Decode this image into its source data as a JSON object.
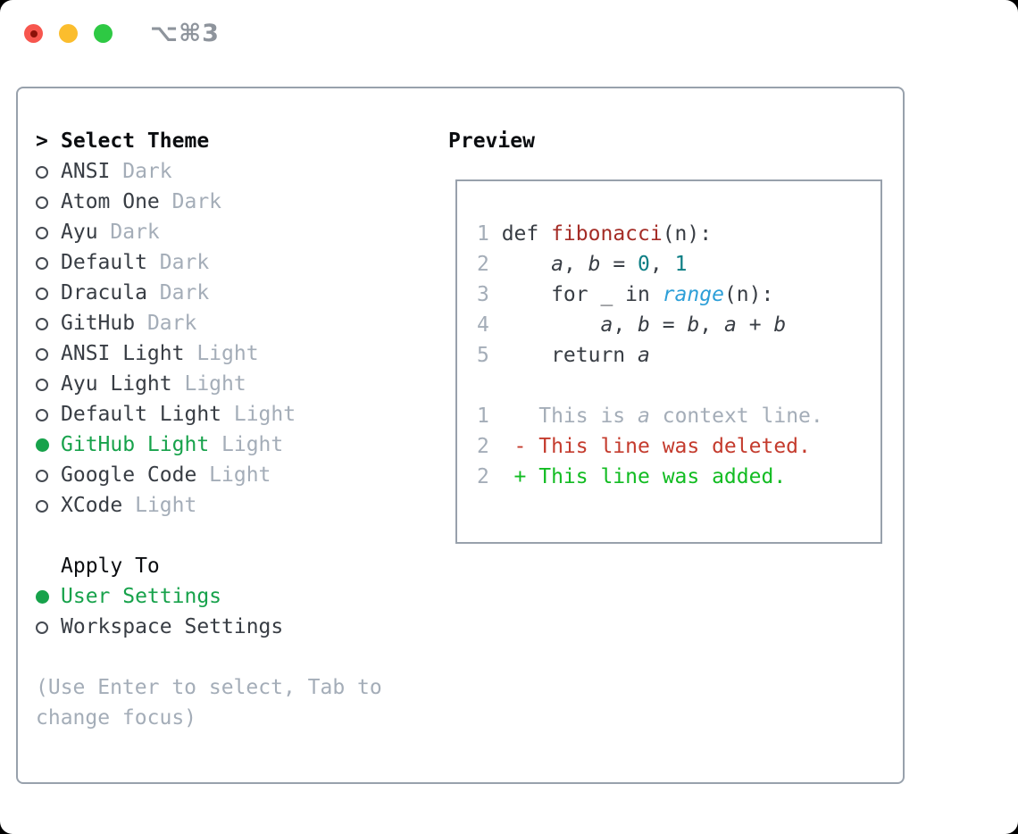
{
  "window": {
    "title": "⌥⌘3",
    "traffic_lights": [
      "close",
      "minimize",
      "zoom"
    ]
  },
  "colors": {
    "border": "#98a1ac",
    "ink": "#0b0d10",
    "text": "#383d44",
    "muted": "#a4adb8",
    "green": "#17a24b",
    "diff_add": "#12bc22",
    "diff_del": "#c43b2d",
    "code_func": "#a42c26",
    "code_num": "#0d7e84",
    "code_builtin": "#2d9fd8",
    "title": "#8e949c",
    "light_red": "#f7564e",
    "light_red_dot": "#8c1209",
    "light_yellow": "#fbbd2d",
    "light_green": "#2ec944"
  },
  "sidebar": {
    "heading": {
      "prefix": ">",
      "label": "Select Theme"
    },
    "themes": [
      {
        "name": "ANSI",
        "tag": "Dark",
        "selected": false
      },
      {
        "name": "Atom One",
        "tag": "Dark",
        "selected": false
      },
      {
        "name": "Ayu",
        "tag": "Dark",
        "selected": false
      },
      {
        "name": "Default",
        "tag": "Dark",
        "selected": false
      },
      {
        "name": "Dracula",
        "tag": "Dark",
        "selected": false
      },
      {
        "name": "GitHub",
        "tag": "Dark",
        "selected": false
      },
      {
        "name": "ANSI Light",
        "tag": "Light",
        "selected": false
      },
      {
        "name": "Ayu Light",
        "tag": "Light",
        "selected": false
      },
      {
        "name": "Default Light",
        "tag": "Light",
        "selected": false
      },
      {
        "name": "GitHub Light",
        "tag": "Light",
        "selected": true
      },
      {
        "name": "Google Code",
        "tag": "Light",
        "selected": false
      },
      {
        "name": "XCode",
        "tag": "Light",
        "selected": false
      }
    ],
    "apply_to": {
      "heading": "Apply To",
      "options": [
        {
          "name": "User Settings",
          "selected": true
        },
        {
          "name": "Workspace Settings",
          "selected": false
        }
      ]
    },
    "hint_line1": "(Use Enter to select, Tab to",
    "hint_line2": "change focus)"
  },
  "preview": {
    "heading": "Preview",
    "code": [
      {
        "num": "1",
        "segments": [
          {
            "text": "def ",
            "style": "plain"
          },
          {
            "text": "fibonacci",
            "style": "func"
          },
          {
            "text": "(n):",
            "style": "plain"
          }
        ]
      },
      {
        "num": "2",
        "segments": [
          {
            "text": "    ",
            "style": "plain"
          },
          {
            "text": "a",
            "style": "var"
          },
          {
            "text": ", ",
            "style": "plain"
          },
          {
            "text": "b",
            "style": "var"
          },
          {
            "text": " = ",
            "style": "plain"
          },
          {
            "text": "0",
            "style": "num"
          },
          {
            "text": ", ",
            "style": "plain"
          },
          {
            "text": "1",
            "style": "num"
          }
        ]
      },
      {
        "num": "3",
        "segments": [
          {
            "text": "    for _ in ",
            "style": "plain"
          },
          {
            "text": "range",
            "style": "builtin"
          },
          {
            "text": "(n):",
            "style": "plain"
          }
        ]
      },
      {
        "num": "4",
        "segments": [
          {
            "text": "        ",
            "style": "plain"
          },
          {
            "text": "a",
            "style": "var"
          },
          {
            "text": ", ",
            "style": "plain"
          },
          {
            "text": "b",
            "style": "var"
          },
          {
            "text": " = ",
            "style": "plain"
          },
          {
            "text": "b",
            "style": "var"
          },
          {
            "text": ", ",
            "style": "plain"
          },
          {
            "text": "a",
            "style": "var"
          },
          {
            "text": " + ",
            "style": "plain"
          },
          {
            "text": "b",
            "style": "var"
          }
        ]
      },
      {
        "num": "5",
        "segments": [
          {
            "text": "    return ",
            "style": "plain"
          },
          {
            "text": "a",
            "style": "var"
          }
        ]
      }
    ],
    "diff": [
      {
        "num": "1",
        "segments": [
          {
            "text": "   This is ",
            "style": "ctx"
          },
          {
            "text": "a",
            "style": "ctxvar"
          },
          {
            "text": " context line.",
            "style": "ctx"
          }
        ]
      },
      {
        "num": "2",
        "segments": [
          {
            "text": " - This line was deleted.",
            "style": "del"
          }
        ]
      },
      {
        "num": "2",
        "segments": [
          {
            "text": " + This line was added.",
            "style": "add"
          }
        ]
      }
    ]
  }
}
